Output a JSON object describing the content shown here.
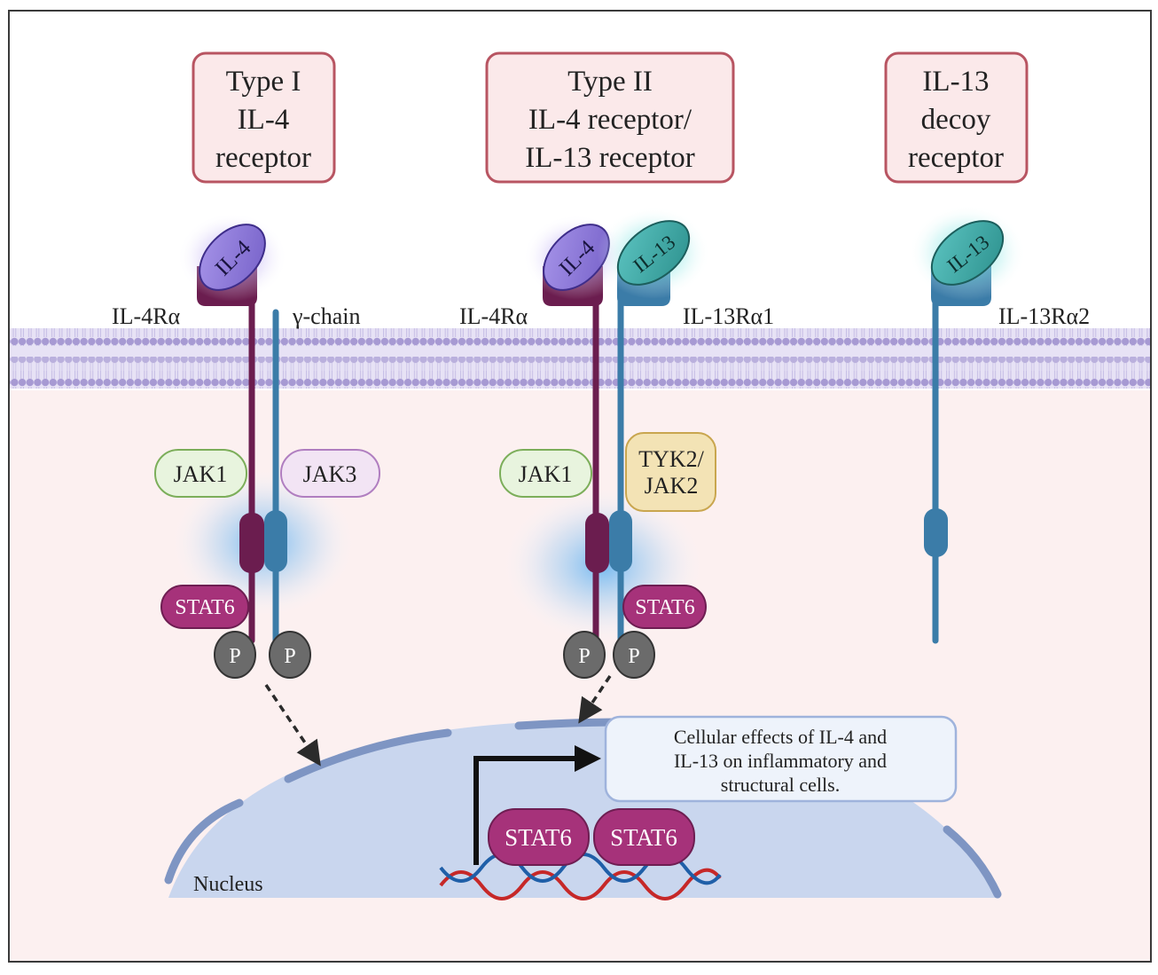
{
  "headers": {
    "type1": [
      "Type I",
      "IL-4",
      "receptor"
    ],
    "type2": [
      "Type II",
      "IL-4 receptor/",
      "IL-13 receptor"
    ],
    "decoy": [
      "IL-13",
      "decoy",
      "receptor"
    ]
  },
  "receptor_labels": {
    "il4ra_1": "IL-4Rα",
    "gamma_chain": "γ-chain",
    "il4ra_2": "IL-4Rα",
    "il13ra1": "IL-13Rα1",
    "il13ra2": "IL-13Rα2"
  },
  "ligands": {
    "il4_1": "IL-4",
    "il4_2": "IL-4",
    "il13_1": "IL-13",
    "il13_2": "IL-13"
  },
  "kinases": {
    "jak1_1": "JAK1",
    "jak3": "JAK3",
    "jak1_2": "JAK1",
    "tyk2_jak2": [
      "TYK2/",
      "JAK2"
    ]
  },
  "stat": {
    "stat6_1": "STAT6",
    "stat6_2": "STAT6",
    "dimer_a": "STAT6",
    "dimer_b": "STAT6"
  },
  "phospho": [
    "P",
    "P",
    "P",
    "P"
  ],
  "nucleus_label": "Nucleus",
  "effects": [
    "Cellular effects of IL-4 and",
    "IL-13 on inflammatory and",
    "structural cells."
  ],
  "colors": {
    "header_border": "#b85562",
    "header_fill": "#fbe9ea",
    "il4_ligand": "#8b76d6",
    "il13_ligand": "#3fa9a6",
    "il4ra_chain": "#6b1d4f",
    "il13_chain": "#3b7ca8",
    "membrane": "#a79ad3",
    "cytoplasm": "#fcf0f0",
    "jak1": "#e8f4de",
    "jak3": "#f2e4f4",
    "tyk2": "#f3e3b5",
    "stat6": "#a6327a",
    "phospho": "#6b6b6b",
    "nucleus": "#c9d6ee"
  }
}
